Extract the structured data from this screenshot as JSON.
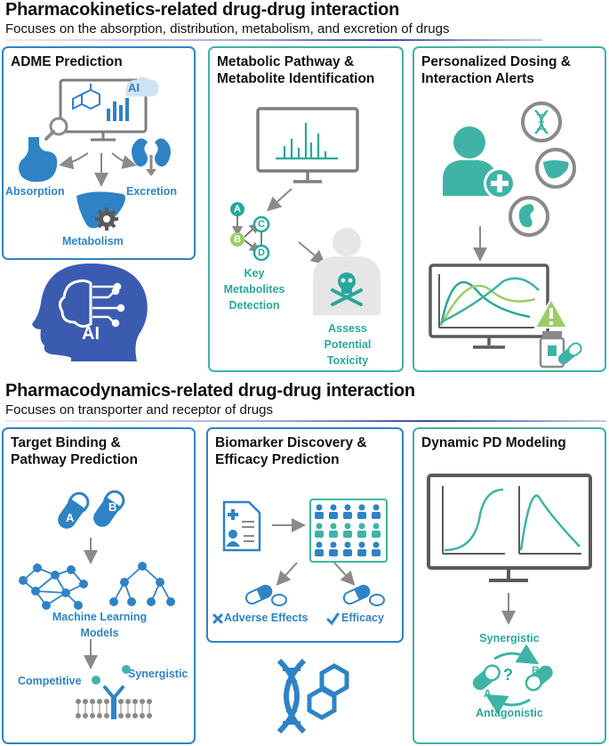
{
  "pk": {
    "title": "Pharmacokinetics-related drug-drug interaction",
    "subtitle": "Focuses on the absorption, distribution, metabolism, and excretion of drugs",
    "panels": {
      "adme": {
        "title": "ADME Prediction",
        "ai_badge": "AI",
        "absorption": "Absorption",
        "excretion": "Excretion",
        "metabolism": "Metabolism"
      },
      "ai_head": {
        "label": "AI"
      },
      "metabolic": {
        "title_line1": "Metabolic Pathway &",
        "title_line2": "Metabolite Identification",
        "nodes": [
          "A",
          "B",
          "C",
          "D"
        ],
        "detect_line1": "Key",
        "detect_line2": "Metabolites",
        "detect_line3": "Detection",
        "tox_line1": "Assess",
        "tox_line2": "Potential",
        "tox_line3": "Toxicity"
      },
      "dosing": {
        "title_line1": "Personalized Dosing &",
        "title_line2": "Interaction Alerts"
      }
    }
  },
  "pd": {
    "title": "Pharmacodynamics-related drug-drug interaction",
    "subtitle": "Focuses on transporter and receptor of drugs",
    "panels": {
      "target": {
        "title_line1": "Target Binding &",
        "title_line2": "Pathway Prediction",
        "pill_a": "A",
        "pill_b": "B",
        "ml_line1": "Machine Learning",
        "ml_line2": "Models",
        "competitive": "Competitive",
        "synergistic": "Synergistic"
      },
      "biomarker": {
        "title_line1": "Biomarker Discovery &",
        "title_line2": "Efficacy Prediction",
        "adverse": "Adverse Effects",
        "efficacy": "Efficacy"
      },
      "dynamic": {
        "title": "Dynamic PD Modeling",
        "synergistic": "Synergistic",
        "antagonistic": "Antagonistic",
        "question": "?",
        "node_a": "A",
        "node_b": "B"
      }
    }
  },
  "colors": {
    "blue": "#2f83c4",
    "teal": "#3fb3a6",
    "navy": "#3b5bb0",
    "gray": "#8a8a8a"
  }
}
